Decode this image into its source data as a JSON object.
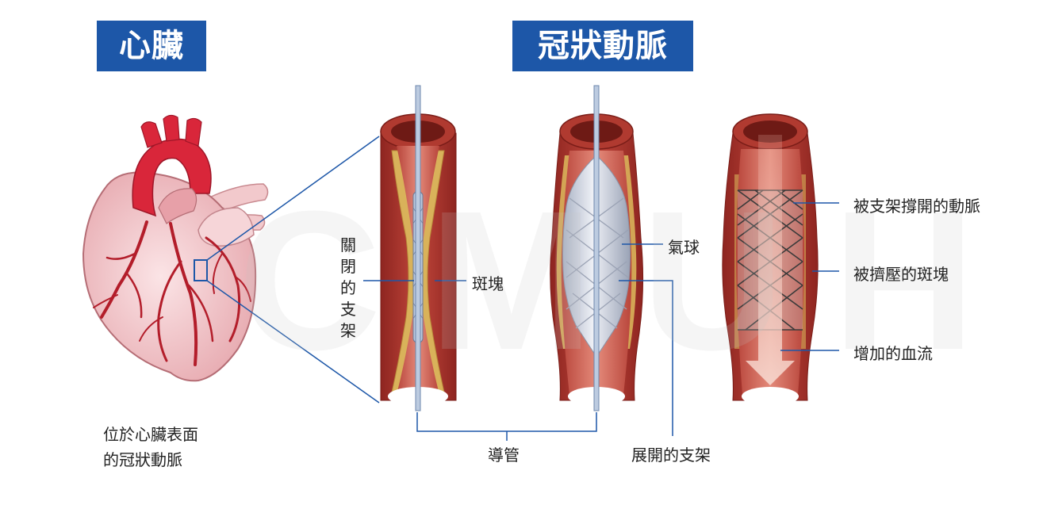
{
  "titles": {
    "heart": "心臟",
    "artery": "冠狀動脈"
  },
  "watermark": "CMUH",
  "labels": {
    "heart_caption_line1": "位於心臟表面",
    "heart_caption_line2": "的冠狀動脈",
    "closed_stent": [
      "關",
      "閉",
      "的",
      "支",
      "架"
    ],
    "plaque": "斑塊",
    "catheter": "導管",
    "balloon": "氣球",
    "expanded_stent": "展開的支架",
    "stented_artery": "被支架撐開的動脈",
    "compressed_plaque": "被擠壓的斑塊",
    "increased_flow": "增加的血流"
  },
  "colors": {
    "title_bg": "#1d57a8",
    "artery_wall": "#a8322a",
    "plaque": "#d9b25a",
    "heart_body": "#f2c4c8",
    "aorta": "#d9263a",
    "leader_line": "#1d57a8"
  }
}
